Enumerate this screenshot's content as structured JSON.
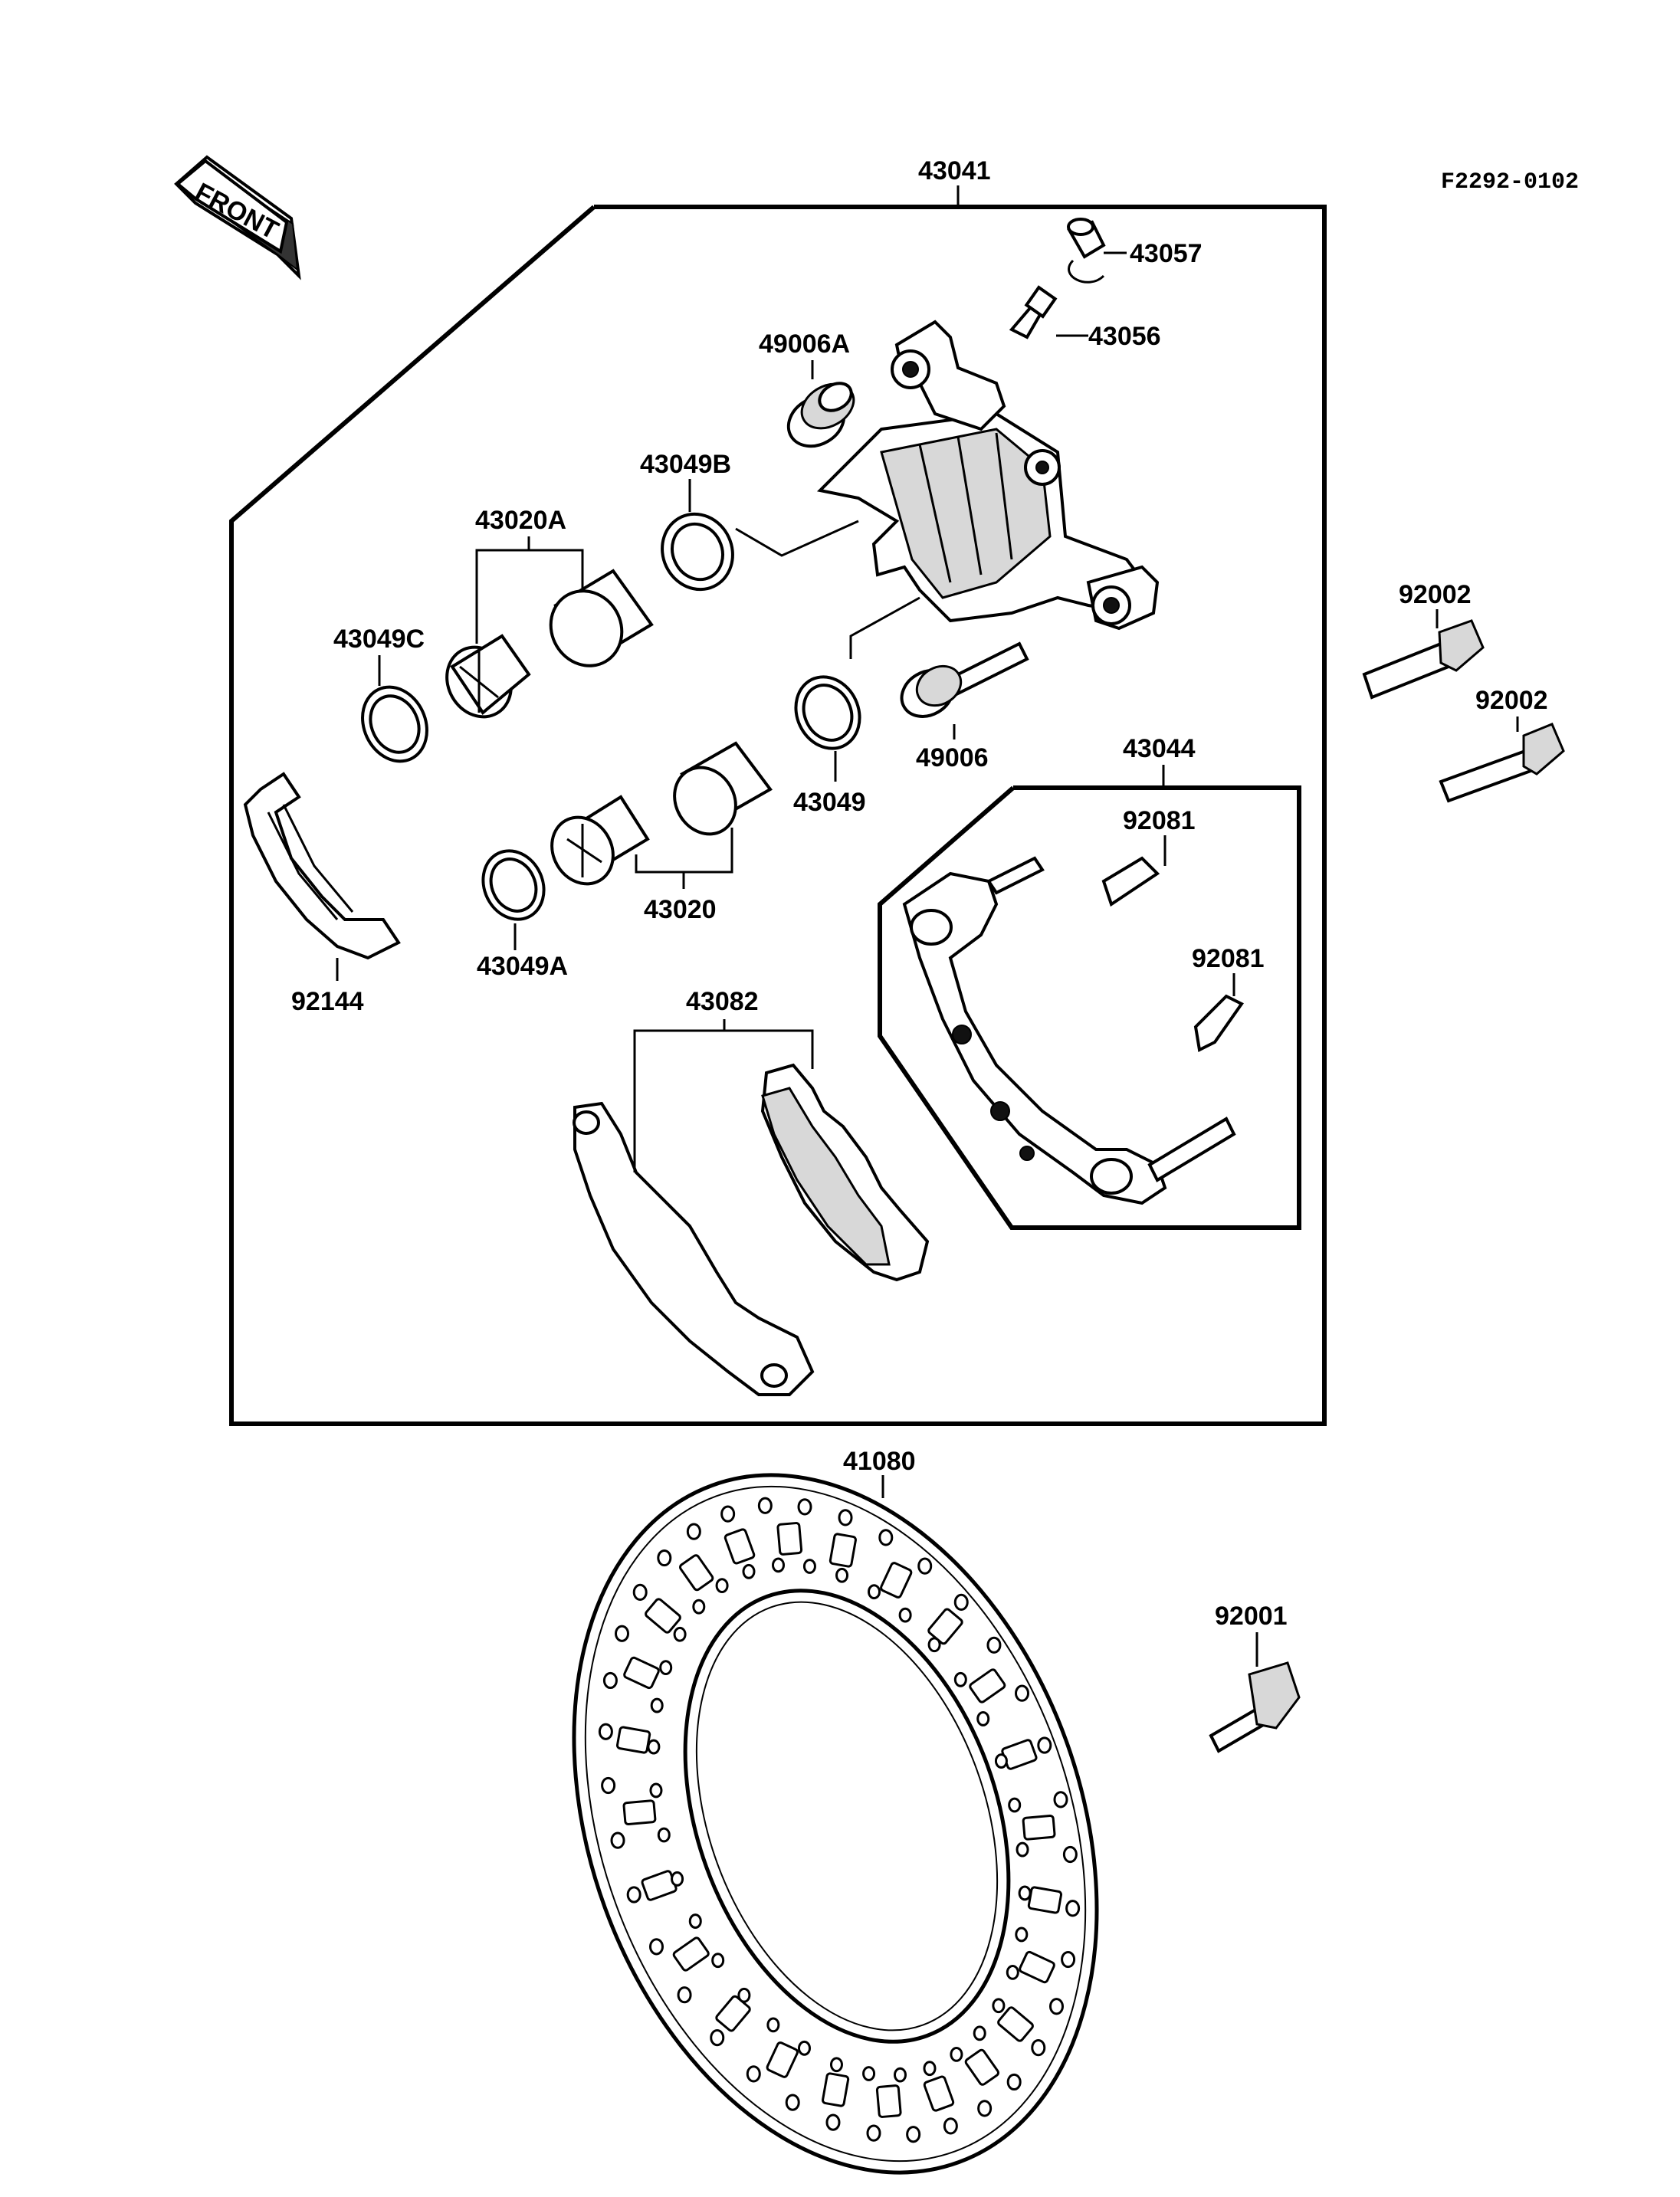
{
  "figure_code": "F2292-0102",
  "front_label": "FRONT",
  "parts": {
    "p43041": "43041",
    "p43057": "43057",
    "p43056": "43056",
    "p49006A": "49006A",
    "p43049B": "43049B",
    "p43020A": "43020A",
    "p43049C": "43049C",
    "p49006": "49006",
    "p43049": "43049",
    "p43020": "43020",
    "p43049A": "43049A",
    "p92144": "92144",
    "p43082": "43082",
    "p43044": "43044",
    "p92081a": "92081",
    "p92081b": "92081",
    "p92002a": "92002",
    "p92002b": "92002",
    "p41080": "41080",
    "p92001": "92001"
  }
}
